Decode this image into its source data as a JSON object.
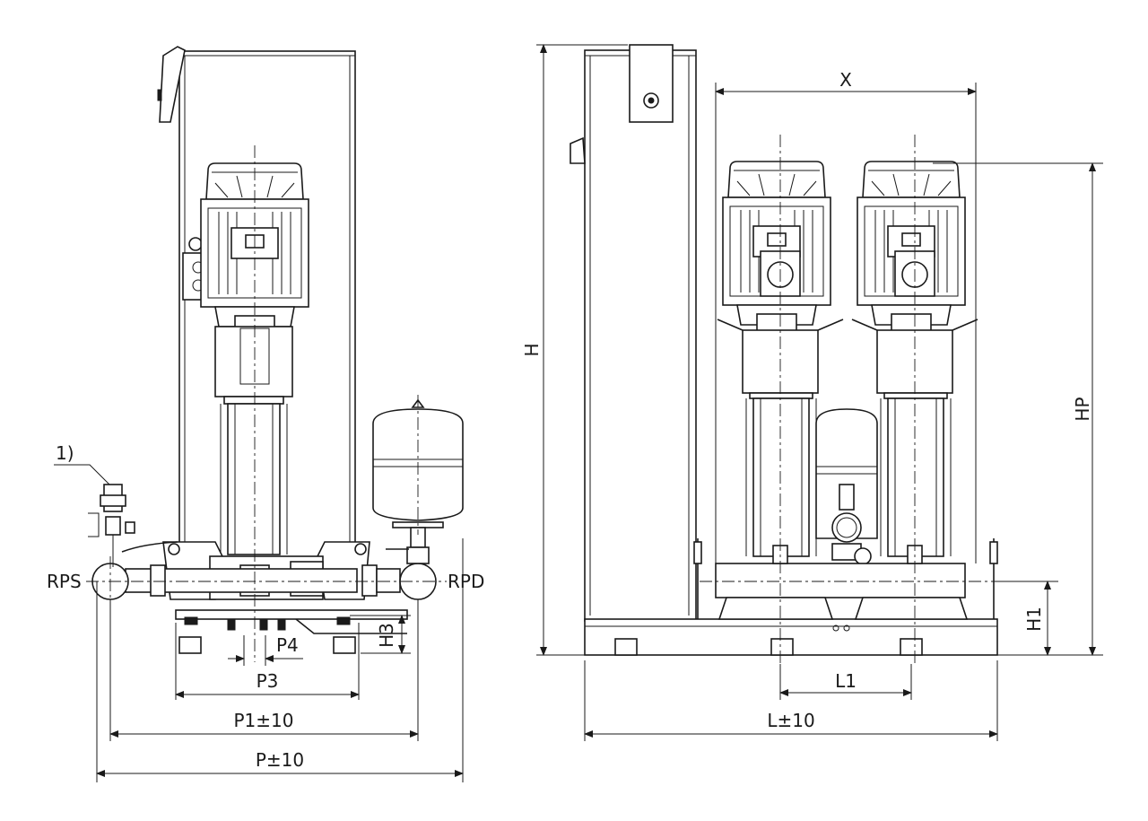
{
  "labels": {
    "note": "1)",
    "rps": "RPS",
    "rpd": "RPD",
    "h3": "H3",
    "p4": "P4",
    "p3": "P3",
    "p1": "P1±10",
    "p": "P±10",
    "h": "H",
    "x": "X",
    "hp": "HP",
    "h1": "H1",
    "l1": "L1",
    "l": "L±10"
  }
}
